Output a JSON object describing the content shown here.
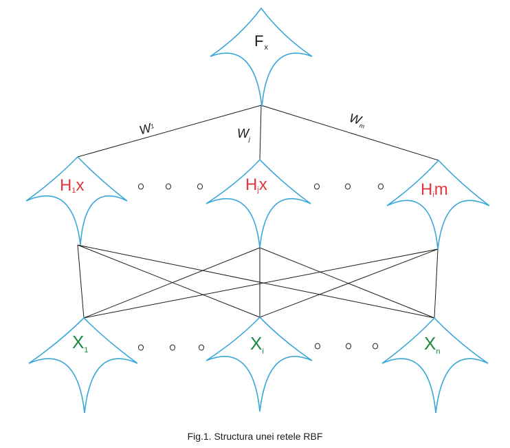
{
  "diagram": {
    "output_node": {
      "main": "F",
      "sub": "x"
    },
    "weights": [
      {
        "main": "W",
        "sub": "1"
      },
      {
        "main": "W",
        "sub": "j"
      },
      {
        "main": "W",
        "sub": "m"
      }
    ],
    "hidden_nodes": [
      {
        "main": "H",
        "sub": "1",
        "tail": "x"
      },
      {
        "main": "H",
        "sub": "j",
        "tail": "x"
      },
      {
        "main": "H",
        "sub": "i",
        "tail": "m"
      }
    ],
    "input_nodes": [
      {
        "main": "X",
        "sub": "1"
      },
      {
        "main": "X",
        "sub": "i"
      },
      {
        "main": "X",
        "sub": "n"
      }
    ],
    "caption": "Fig.1. Structura unei retele RBF"
  }
}
